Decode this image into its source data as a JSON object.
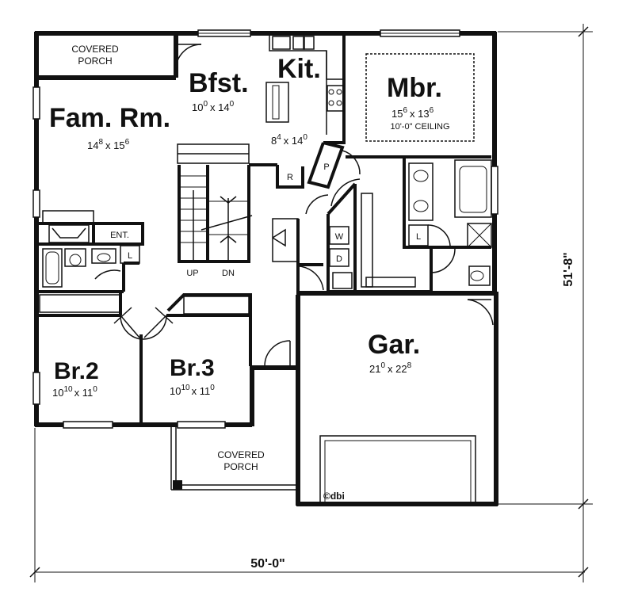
{
  "rooms": {
    "porch_top": {
      "line1": "COVERED",
      "line2": "PORCH"
    },
    "bfst": {
      "name": "Bfst.",
      "w": "10",
      "wsup": "0",
      "h": "x 14",
      "hsup": "0"
    },
    "kit": {
      "name": "Kit.",
      "w": "8",
      "wsup": "4",
      "h": "x 14",
      "hsup": "0"
    },
    "mbr": {
      "name": "Mbr.",
      "w": "15",
      "wsup": "6",
      "h": "x 13",
      "hsup": "6",
      "ceiling": "10'-0\" CEILING"
    },
    "fam": {
      "name": "Fam. Rm.",
      "w": "14",
      "wsup": "8",
      "h": "x 15",
      "hsup": "6"
    },
    "br2": {
      "name": "Br.2",
      "w": "10",
      "wsup": "10",
      "h": "x 11",
      "hsup": "0"
    },
    "br3": {
      "name": "Br.3",
      "w": "10",
      "wsup": "10",
      "h": "x 11",
      "hsup": "0"
    },
    "gar": {
      "name": "Gar.",
      "w": "21",
      "wsup": "0",
      "h": "x 22",
      "hsup": "8"
    },
    "porch_bottom": {
      "line1": "COVERED",
      "line2": "PORCH"
    }
  },
  "labels": {
    "ent": "ENT.",
    "up": "UP",
    "dn": "DN",
    "refrigerator": "R",
    "pantry": "P",
    "washer": "W",
    "dryer": "D",
    "linen_hall": "L",
    "linen_master": "L"
  },
  "dimensions": {
    "width": "50'-0\"",
    "depth": "51'-8\""
  },
  "copyright": "©dbi"
}
